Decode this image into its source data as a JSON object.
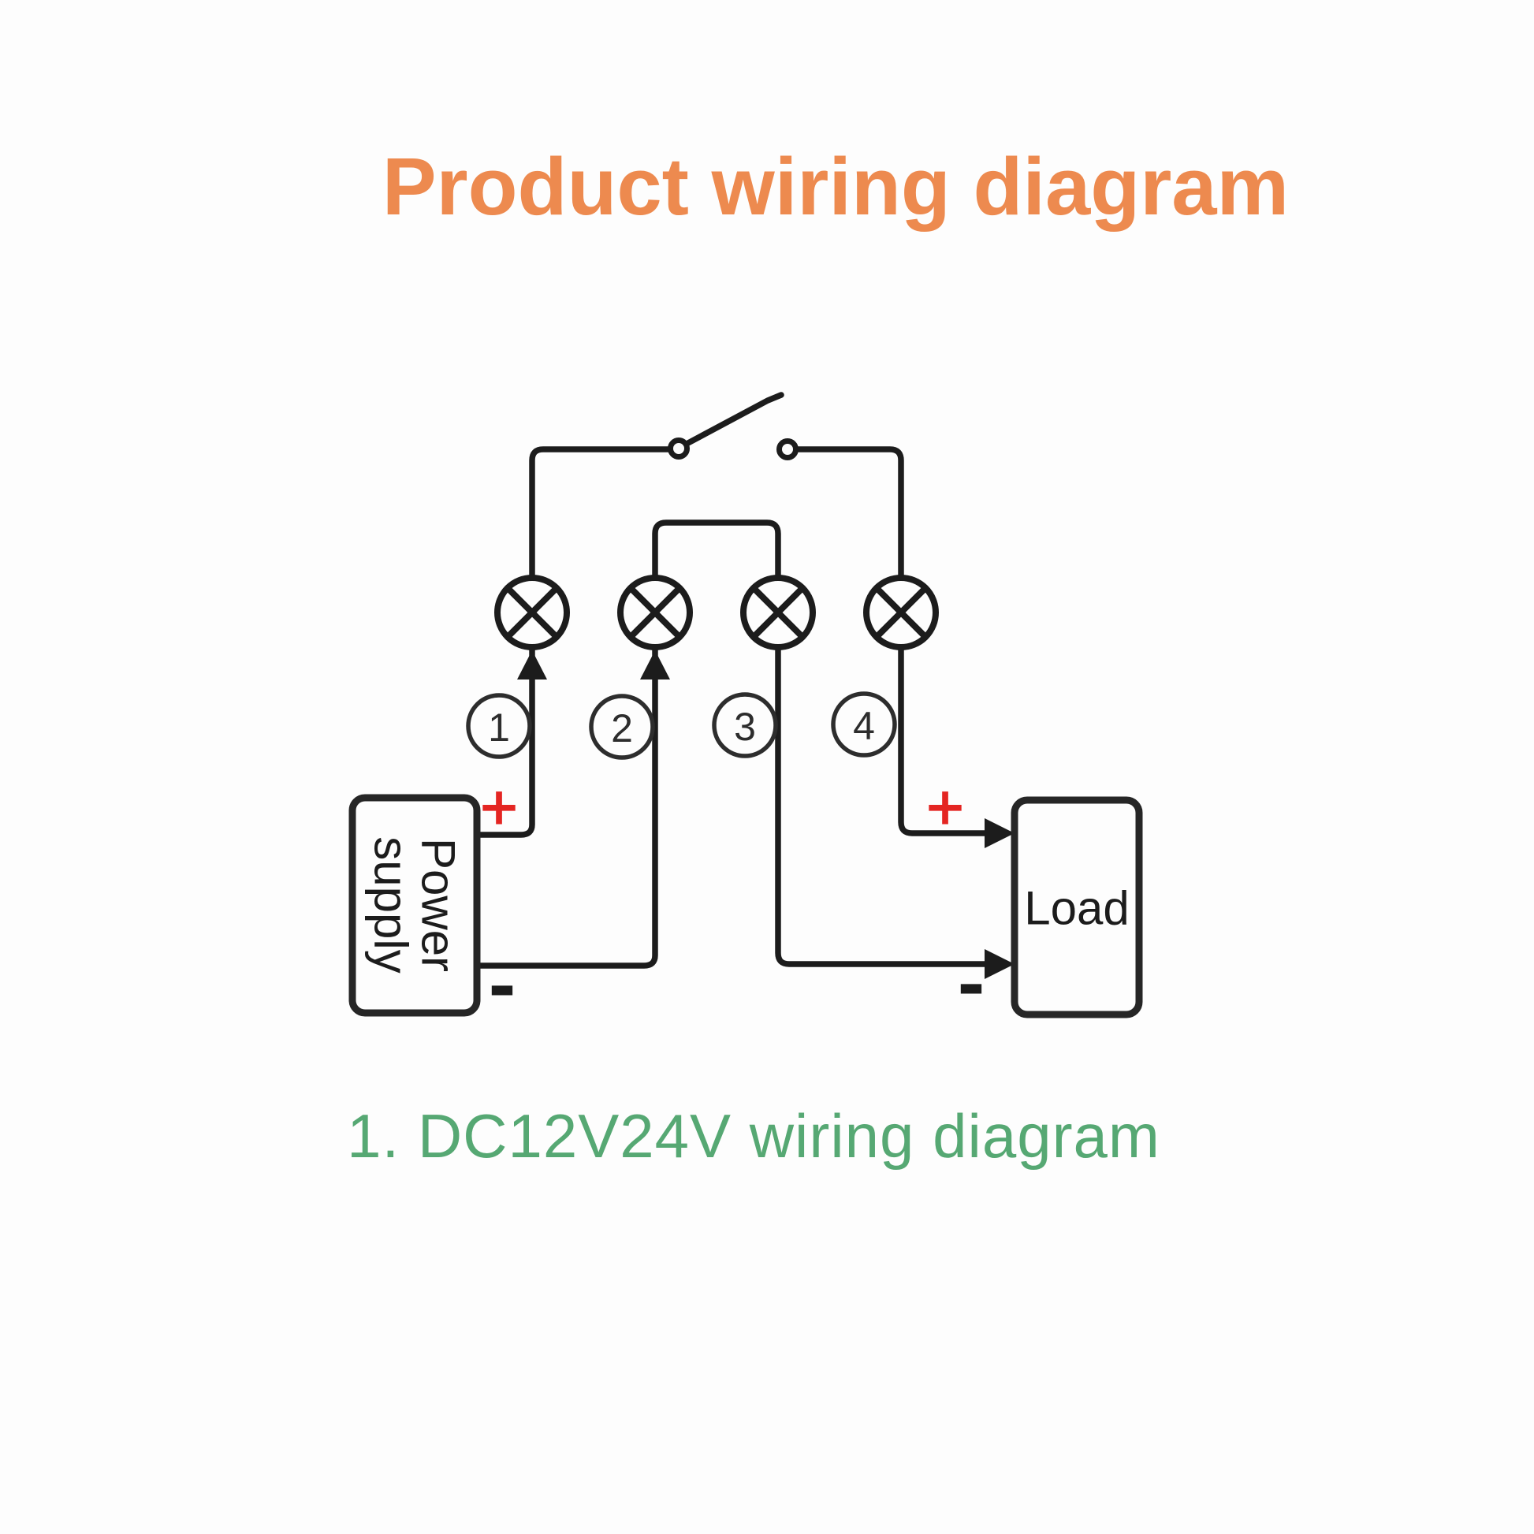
{
  "title": {
    "text": "Product wiring diagram",
    "color": "#ED8A4F"
  },
  "caption": {
    "text": "1. DC12V24V wiring diagram",
    "color": "#56A873"
  },
  "diagram": {
    "power_supply": {
      "line1": "Power",
      "line2": "supply"
    },
    "load": {
      "label": "Load"
    },
    "badges": [
      "1",
      "2",
      "3",
      "4"
    ],
    "polarity": {
      "plus": "+",
      "minus": "-",
      "plus_color": "#E42522",
      "minus_color": "#1c1c1c"
    },
    "symbols": {
      "switch": "single-pole-switch-open",
      "lamp_count": 4,
      "wire_color": "#1c1c1c"
    },
    "connections": [
      "power-supply + terminal -> output 1 lamp (arrow up)",
      "power-supply - terminal -> output 2 lamp (arrow up)",
      "output 1 and output 4 joined through open switch at top",
      "output 2 and output 3 lamps bridged at top",
      "output 4 -> load + terminal (arrow right)",
      "output 3 -> load - terminal (arrow right)"
    ]
  }
}
